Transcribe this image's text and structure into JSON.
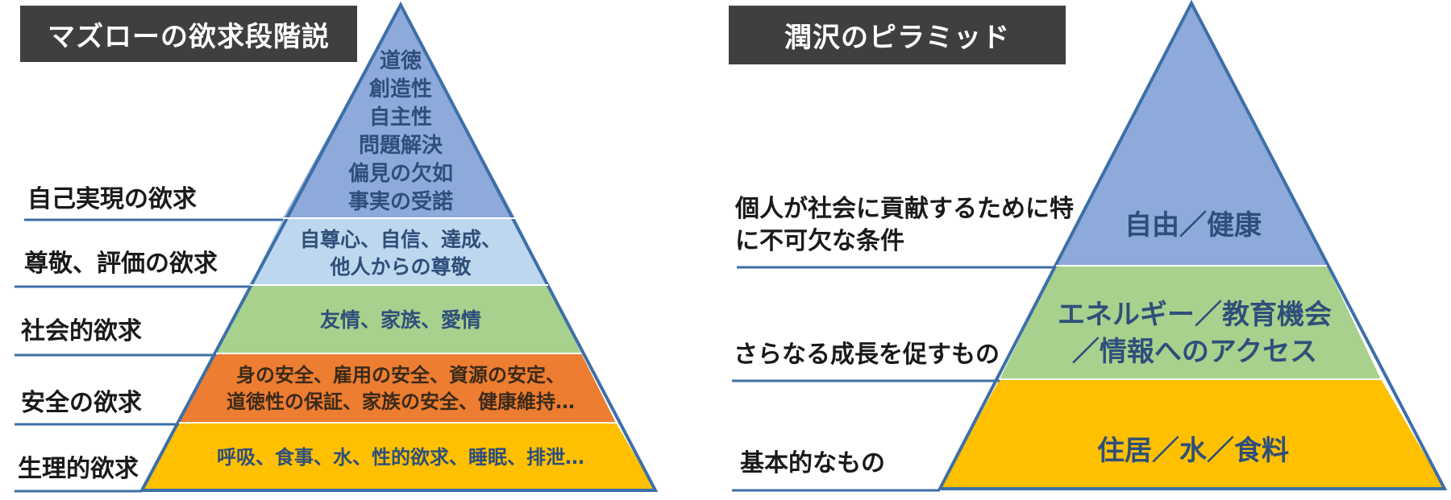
{
  "colors": {
    "outline": "#3d6fa8",
    "line": "#3d6fa8",
    "text_blue": "#2f4f7a",
    "band_self": "#8eaadb",
    "band_esteem": "#bdd7ee",
    "band_social": "#a9d18e",
    "band_safety": "#ed7d31",
    "band_phys": "#ffc000",
    "title_bg": "#3f3f3f"
  },
  "left": {
    "title": "マズローの欲求段階説",
    "levels": [
      {
        "label": "自己実現の欲求",
        "lines": [
          "道徳",
          "創造性",
          "自主性",
          "問題解決",
          "偏見の欠如",
          "事実の受諾"
        ]
      },
      {
        "label": "尊敬、評価の欲求",
        "lines": [
          "自尊心、自信、達成、",
          "他人からの尊敬"
        ]
      },
      {
        "label": "社会的欲求",
        "lines": [
          "友情、家族、愛情"
        ]
      },
      {
        "label": "安全の欲求",
        "lines": [
          "身の安全、雇用の安全、資源の安定、",
          "道徳性の保証、家族の安全、健康維持…"
        ]
      },
      {
        "label": "生理的欲求",
        "lines": [
          "呼吸、食事、水、性的欲求、睡眠、排泄…"
        ]
      }
    ]
  },
  "right": {
    "title": "潤沢のピラミッド",
    "levels": [
      {
        "label": "個人が社会に貢献するために特に不可欠な条件",
        "lines": [
          "自由／健康"
        ]
      },
      {
        "label": "さらなる成長を促すもの",
        "lines": [
          "エネルギー／教育機会",
          "／情報へのアクセス"
        ]
      },
      {
        "label": "基本的なもの",
        "lines": [
          "住居／水／食料"
        ]
      }
    ]
  }
}
